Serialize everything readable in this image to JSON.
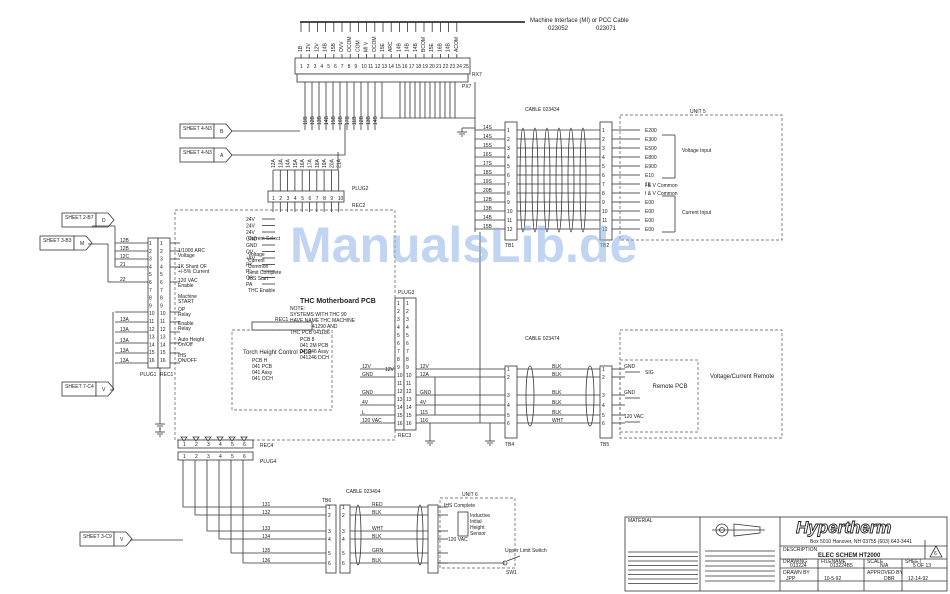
{
  "top_cable": {
    "title": "Machine Interface (MI) or PCC Cable",
    "part_left": "023052",
    "part_right": "023071"
  },
  "top_connector": {
    "pins": [
      "1",
      "2",
      "3",
      "4",
      "5",
      "6",
      "7",
      "8",
      "9",
      "10",
      "11",
      "12",
      "13",
      "14",
      "15",
      "16",
      "17",
      "18",
      "19",
      "20",
      "21",
      "22",
      "23",
      "24",
      "25"
    ],
    "rx": "RX7",
    "px": "PX7"
  },
  "top_signals": [
    "1B",
    "12V",
    "12V",
    "14B",
    "15B",
    "OVV",
    "OCOM",
    "COM",
    "MI V",
    "OCOM",
    "15E",
    "ARC",
    "14B",
    "14B",
    "14B",
    "BCOM",
    "15E",
    "16B",
    "14B",
    "ACOM"
  ],
  "sheet_refs": [
    {
      "label": "SHEET 4-N3",
      "letter": "B"
    },
    {
      "label": "SHEET 4-N3",
      "letter": "A"
    },
    {
      "label": "SHEET 2-B7",
      "letter": "D"
    },
    {
      "label": "SHEET 3-B3",
      "letter": "M"
    },
    {
      "label": "SHEET 7-C4",
      "letter": "V"
    },
    {
      "label": "SHEET 3-C9",
      "letter": "V"
    }
  ],
  "plug_labels": {
    "plug2": "PLUG2",
    "rec2": "REC2",
    "plug1": "PLUG1",
    "rec1": "REC1",
    "plug3": "PLUG3",
    "rec3": "REC3",
    "rec4": "REC4",
    "plug4": "PLUG4",
    "tb1": "TB1",
    "tb2": "TB2",
    "tb4": "TB4",
    "tb5": "TB5",
    "tb6": "TB6"
  },
  "thc_board": {
    "title": "THC Motherboard PCB",
    "notes": [
      "NOTE:",
      "SYSTEMS WITH THC 90",
      "HAVE NAME THC MACHINE",
      "BOARD 041290 AND",
      "THC PCB 041186"
    ],
    "pcb_block": [
      "PCB 8",
      "041 2M PCB",
      "041246 Assy",
      "041246 DCH"
    ],
    "inputs": [
      "Current Select",
      "Voltage",
      "Current",
      "Common",
      "Limit Complete",
      "IHS Start",
      "THC Enable"
    ],
    "left_signals": [
      "1/1000 ARC Voltage",
      "1K Shunt OF +/-5% Current",
      "120 VAC Enable",
      "Machine START",
      "OP Relay",
      "Enable Relay",
      "Auto Height On/Off",
      "IHS ON/OFF"
    ]
  },
  "torch_pcb": {
    "title": "Torch Height Control PCB",
    "rec": "REC1",
    "lines": [
      "PCB H",
      "041 PCB",
      "041 Assy",
      "041 OCH"
    ]
  },
  "unit5": {
    "title": "UNIT 5",
    "voltage": "Voltage Input",
    "current": "Current Input",
    "common": "I & V Common"
  },
  "cable_upper": "CABLE 023434",
  "cable_mid": "CABLE 023474",
  "cable_bottom": "CABLE 023494",
  "remote": {
    "title": "Remote PCB",
    "side_label": "Voltage/Current Remote",
    "pins": [
      "GND",
      "GND",
      "120 VAC"
    ]
  },
  "unit6": {
    "title": "UNIT 6",
    "lines": [
      "IHS Complete",
      "Inductive Initial Height Sensor",
      "120 VAC"
    ]
  },
  "upper_limit": "Upper Limit Switch",
  "wire_colors": [
    "BLK",
    "BLK",
    "BLK",
    "WHT"
  ],
  "bottom_wire_colors": [
    "RED",
    "BLK",
    "WHT",
    "BLK",
    "GRN",
    "BLK"
  ],
  "watermark": "ManualsLib.de",
  "company": {
    "name": "Hypertherm",
    "address": "Box 5010 Hanover, NH 03755 (603) 643-3441"
  },
  "title_block": {
    "material_label": "MATERIAL",
    "description_label": "DESCRIPTION",
    "description": "ELEC SCHEM HT2000",
    "drawing_no_label": "DRAWING",
    "drawing_no": "013224",
    "filename_label": "FILENAME",
    "filename": "013224B5",
    "scale_label": "SCALE",
    "scale": "N/A",
    "sheet_label": "SHEET",
    "sheet": "5 OF 13",
    "drawn_label": "DRAWN BY",
    "drawn": "JPP",
    "drawn_date": "10-5-92",
    "approved_label": "APPROVED BY",
    "approved": "DBR",
    "approved_date": "12-14-92",
    "rev": "6"
  }
}
